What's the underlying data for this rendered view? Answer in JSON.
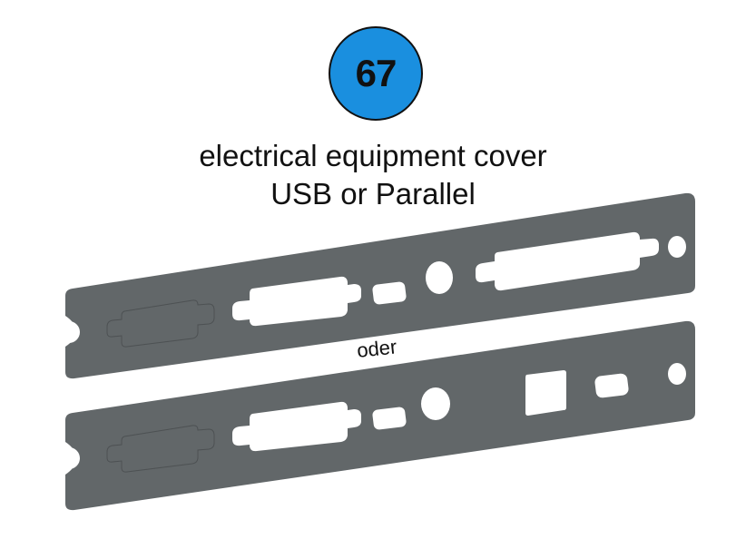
{
  "badge": {
    "number": "67",
    "color": "#1a8fdf"
  },
  "title": {
    "line1": "electrical equipment cover",
    "line2": "USB or Parallel"
  },
  "separator_label": "oder",
  "plates": [
    {
      "name": "parallel-cover",
      "color": "#626769",
      "openings": [
        "dsub-9-knockout",
        "dsub-15-cutout",
        "small-rect-cutout",
        "round-hole",
        "dsub-25-parallel-cutout",
        "mount-hole"
      ]
    },
    {
      "name": "usb-cover",
      "color": "#626769",
      "openings": [
        "dsub-9-knockout",
        "dsub-15-cutout",
        "small-rect-cutout",
        "round-hole",
        "square-usb-cutout",
        "small-rect-cutout",
        "mount-hole"
      ]
    }
  ]
}
